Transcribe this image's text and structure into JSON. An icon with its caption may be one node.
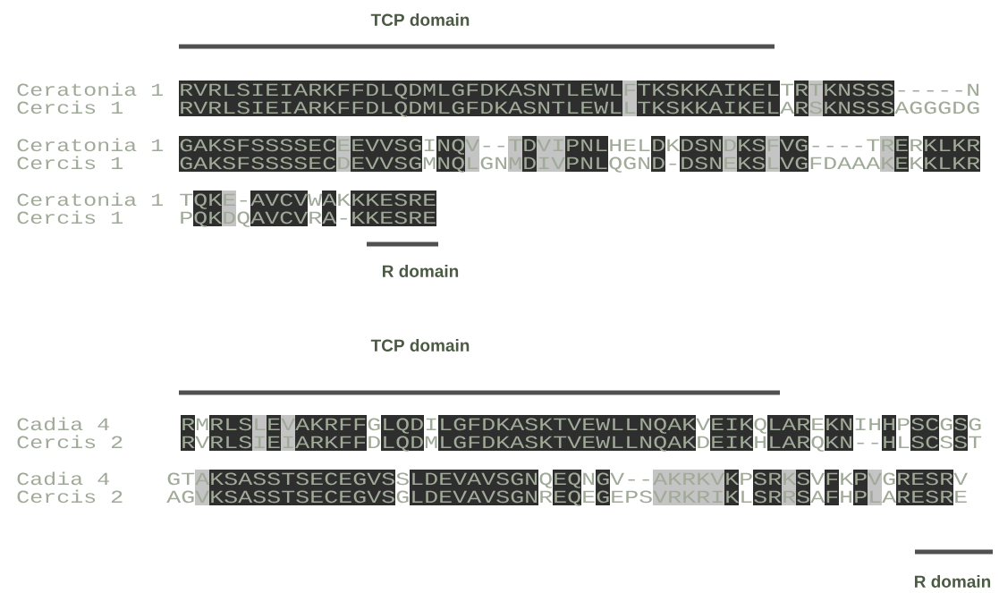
{
  "diagram": {
    "labels": [
      "TCP domain",
      "Ceratonia 1",
      "RVRLSIEIARKFFDLQDMLGFDKASNTLEWLFTKSKKAIKELTRTKNSSS-----N",
      "Cercis 1",
      "RVRLSIEIARKFFDLQDMLGFDKASNTLEWLLTKSKKAIKELARSKNSSSAGGGDG",
      "Ceratonia 1",
      "GAKSFSSSSECEEVVSGINQV--TDVIPNLHELDKDSNDKSFVG----TRERKLKR",
      "Cercis 1",
      "GAKSFSSSSECDEVVSGMNQLGNMDIVPNLQGND-DSNEKSLVGFDAAAKEKKLKR",
      "Ceratonia 1",
      "TQKE-AVCVWAKKKESRE",
      "Cercis 1",
      "PQKDQAVCVRA-KKESRE",
      "R domain",
      "TCP domain",
      "Cadia 4",
      "RMRLSLEVAKRFFGLQDILGFDKASKTVEWLLNQAKVEIKQLAREKNIHHPSCGSG",
      "Cercis 2",
      "RVRLSIEIARKFFDLQDMLGFDKASKTVEWLLNQAKDEIKHLARQKN--HLSCSST",
      "Cadia 4",
      "GTAKSASSTSECEGVSSLDEVAVSGNQEQNGV--AKRKVKPSRKSVFKPVGRESRV",
      "Cercis 2",
      "AGVKSASSTSECEGVSGLDEVAVSGNREQEGEPSVRKRIKLSRRSAFHPLARESRE",
      "R domain"
    ]
  }
}
